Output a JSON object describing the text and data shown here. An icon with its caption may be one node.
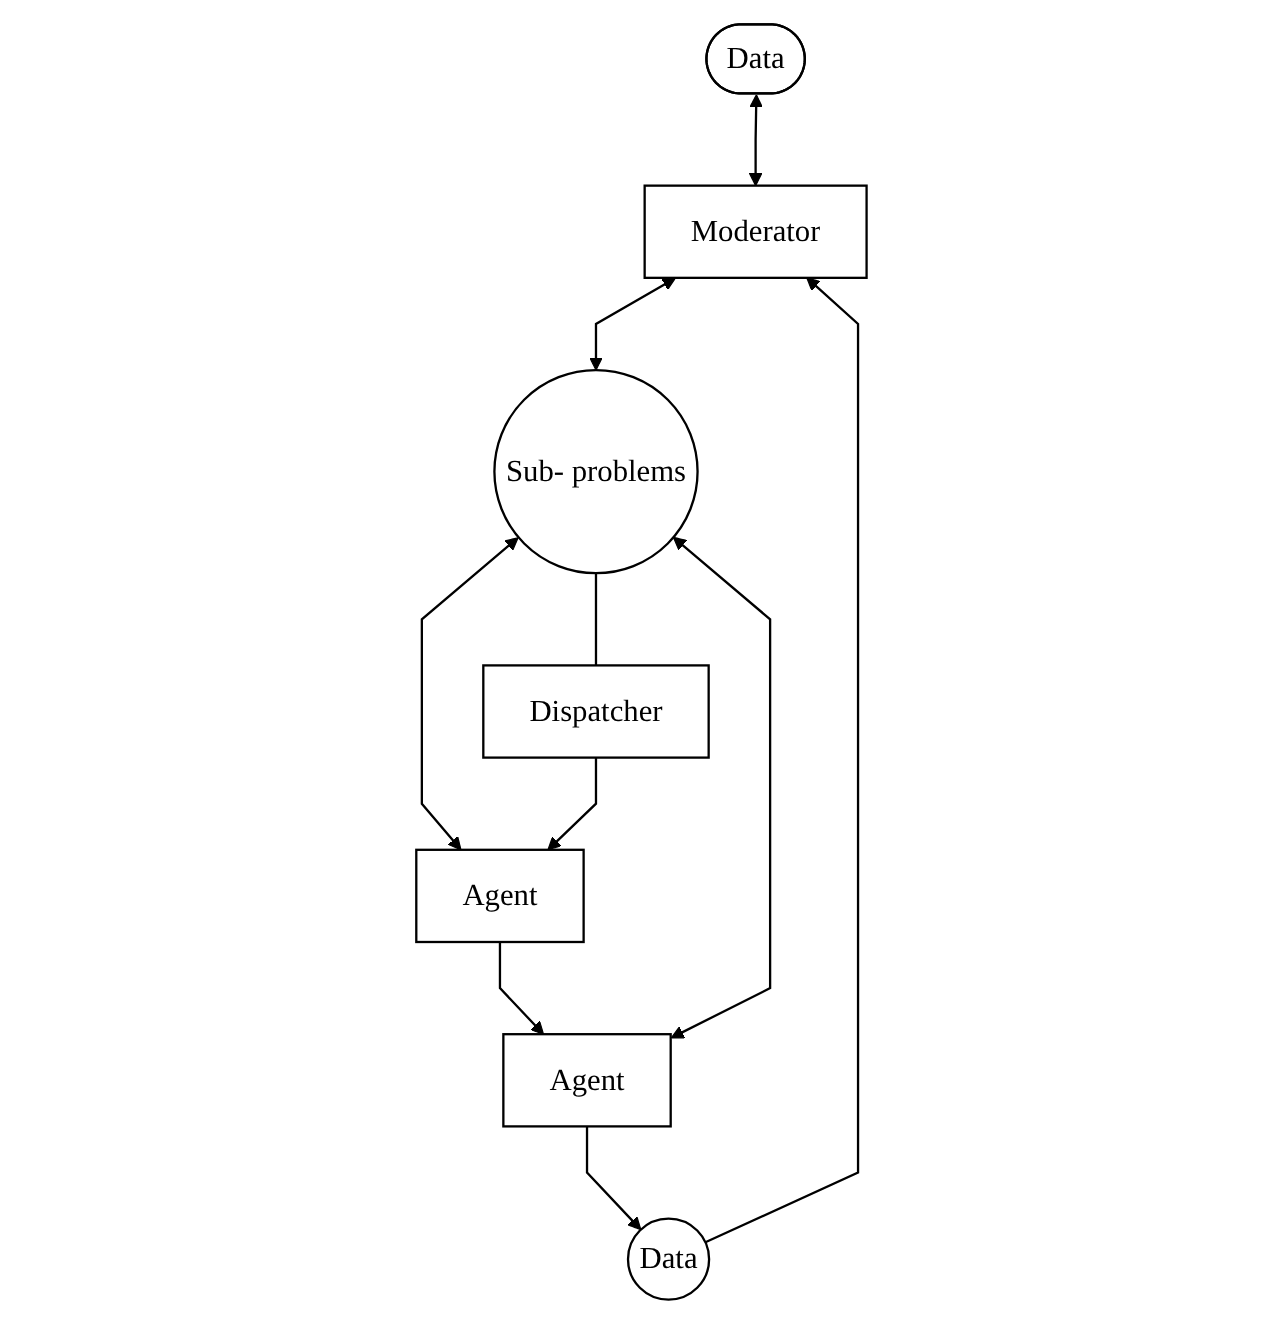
{
  "diagram": {
    "nodes": [
      {
        "text": [
          "Data"
        ]
      },
      {
        "text": [
          "Moderator"
        ]
      },
      {
        "text": [
          "Data"
        ]
      },
      {
        "text": [
          "Agent"
        ]
      },
      {
        "text": [
          "Sub- problems"
        ]
      },
      {
        "text": [
          "Dispatcher"
        ]
      },
      {
        "text": [
          "Agent"
        ]
      }
    ],
    "edges": [
      {
        "from": 0,
        "to": 1,
        "arrow": "both"
      },
      {
        "from": 2,
        "to": 1,
        "arrow": "to"
      },
      {
        "from": 1,
        "to": 4,
        "arrow": "both"
      },
      {
        "from": 3,
        "to": 2,
        "arrow": "to"
      },
      {
        "from": 3,
        "to": 4,
        "arrow": "both"
      },
      {
        "from": 4,
        "to": 5,
        "arrow": "none"
      },
      {
        "from": 4,
        "to": 6,
        "arrow": "both"
      },
      {
        "from": 5,
        "to": 6,
        "arrow": "to"
      },
      {
        "from": 6,
        "to": 3,
        "arrow": "to"
      }
    ]
  }
}
